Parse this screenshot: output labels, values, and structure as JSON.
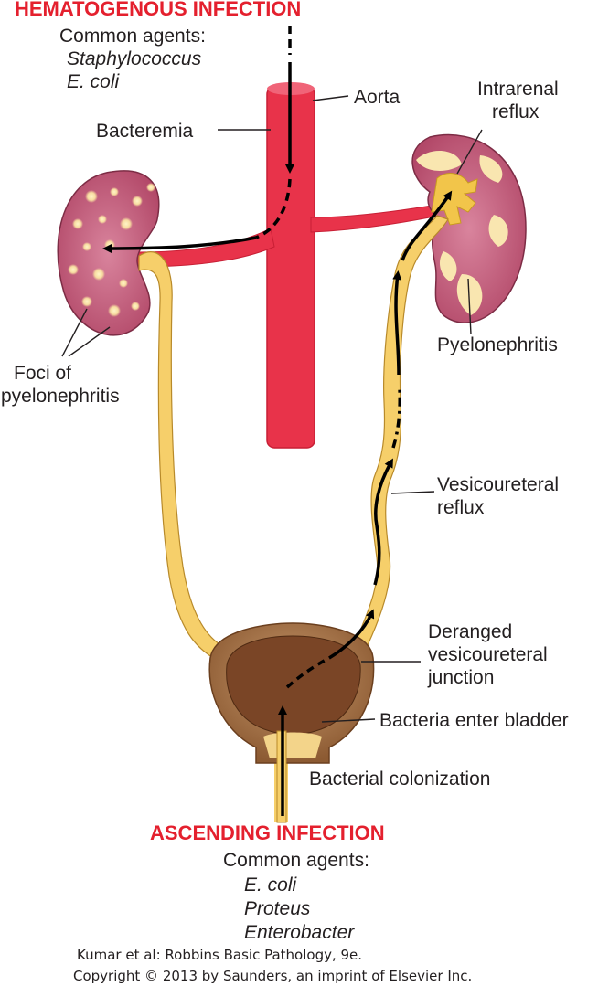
{
  "hematogenous": {
    "title": "HEMATOGENOUS INFECTION",
    "agents_label": "Common agents:",
    "agents": [
      "Staphylococcus",
      "E. coli"
    ]
  },
  "labels": {
    "aorta": "Aorta",
    "bacteremia": "Bacteremia",
    "intrarenal_reflux": [
      "Intrarenal",
      "reflux"
    ],
    "pyelonephritis": "Pyelonephritis",
    "foci": [
      "Foci of",
      "pyelonephritis"
    ],
    "vesicoureteral_reflux": [
      "Vesicoureteral",
      "reflux"
    ],
    "deranged_junction": [
      "Deranged",
      "vesicoureteral",
      "junction"
    ],
    "bacteria_enter": "Bacteria enter bladder",
    "colonization": "Bacterial colonization"
  },
  "ascending": {
    "title": "ASCENDING INFECTION",
    "agents_label": "Common agents:",
    "agents": [
      "E. coli",
      "Proteus",
      "Enterobacter"
    ]
  },
  "credit": {
    "line1": "Kumar et al: Robbins Basic Pathology, 9e.",
    "line2": "Copyright © 2013  by Saunders, an imprint of Elsevier Inc."
  },
  "colors": {
    "title_red": "#e4202e",
    "aorta": "#e8334a",
    "kidney": "#c45a78",
    "ureter": "#f6cf6a",
    "bladder": "#a0704a"
  }
}
